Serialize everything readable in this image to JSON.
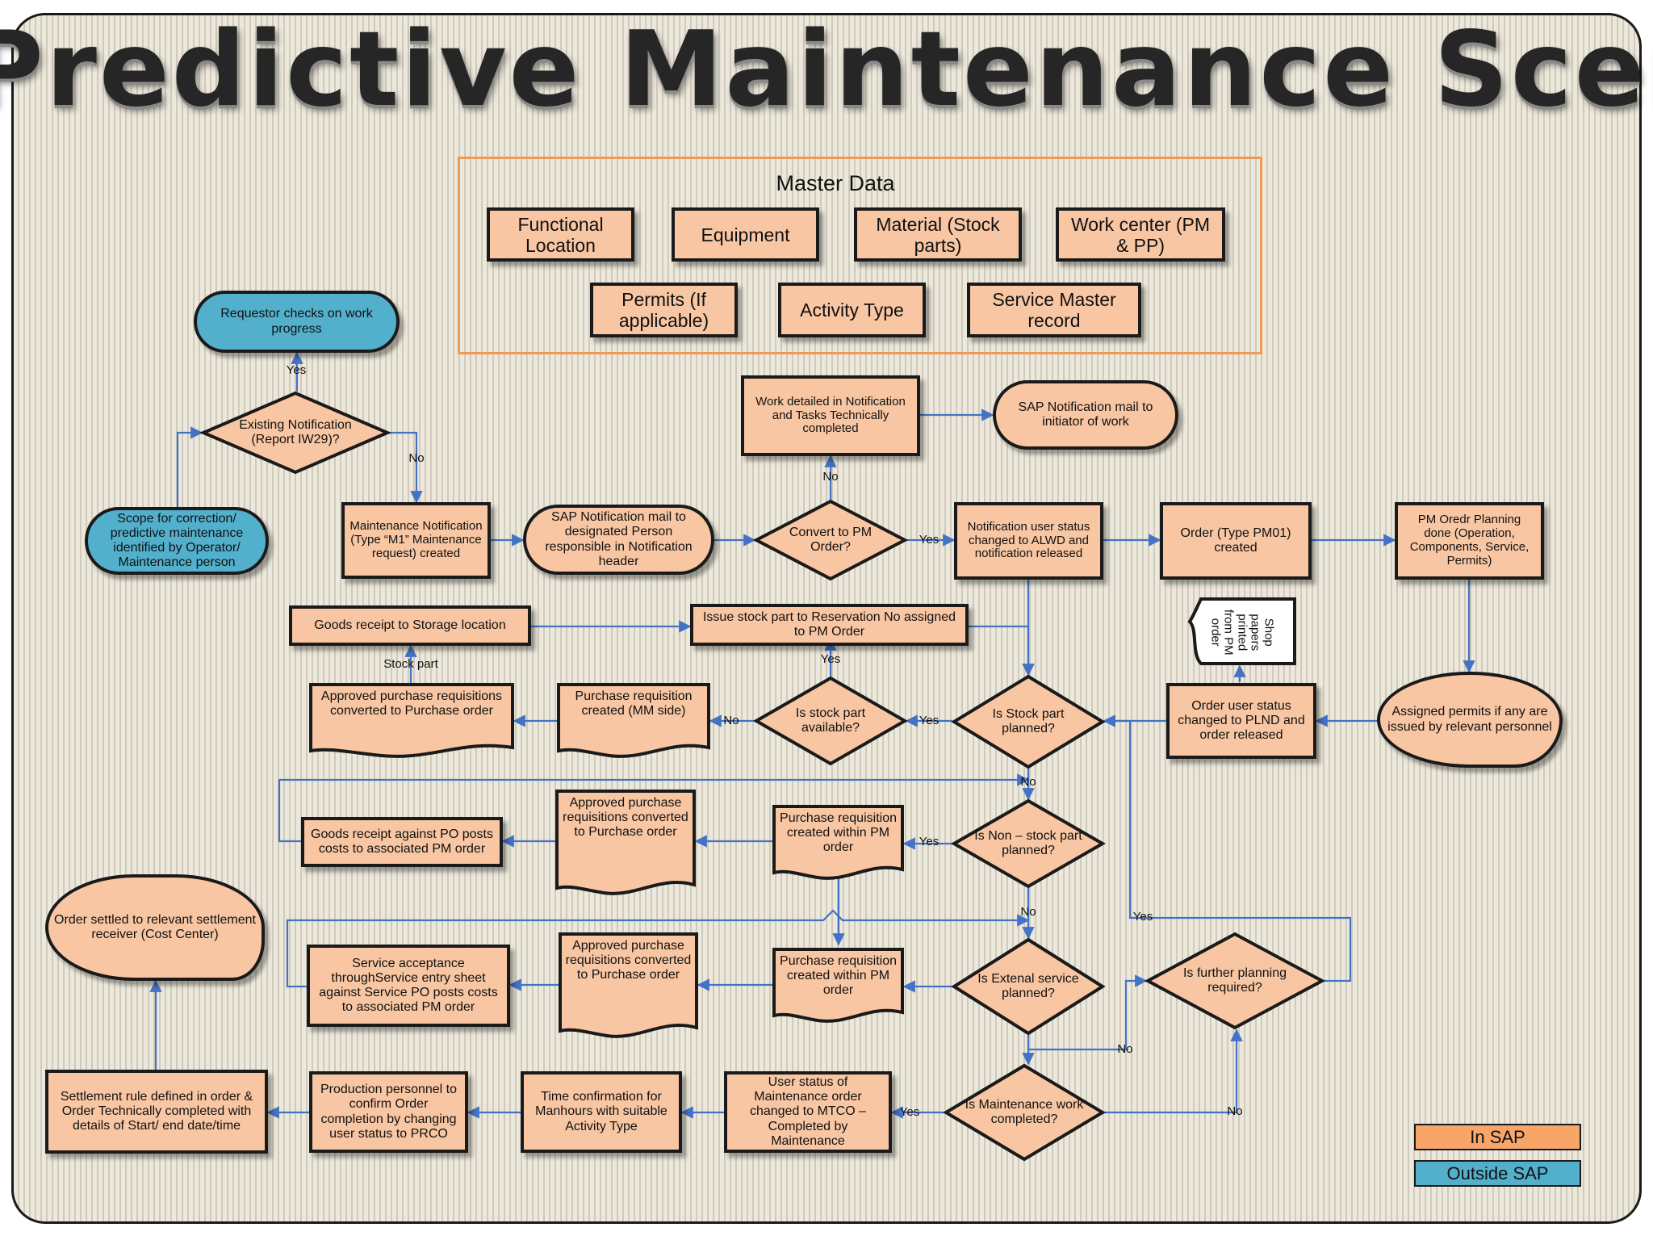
{
  "title": "Predictive Maintenance Scenario",
  "master_data": {
    "title": "Master Data",
    "items": [
      "Functional Location",
      "Equipment",
      "Material (Stock parts)",
      "Work center (PM & PP)",
      "Permits (If applicable)",
      "Activity Type",
      "Service Master record"
    ]
  },
  "legend": {
    "in_sap": "In SAP",
    "outside_sap": "Outside SAP",
    "in_sap_color": "#f8a56a",
    "outside_sap_color": "#52b0cc"
  },
  "nodes": {
    "requestor": "Requestor checks on work progress",
    "existing_notification": "Existing Notification (Report IW29)?",
    "scope": "Scope for correction/ predictive maintenance identified by Operator/ Maintenance person",
    "maint_notification": "Maintenance Notification (Type “M1” Maintenance request) created",
    "sap_mail_designated": "SAP Notification mail to designated Person responsible in Notification header",
    "convert_pm": "Convert to PM Order?",
    "work_detailed": "Work detailed in Notification and Tasks Technically completed",
    "sap_mail_initiator": "SAP Notification mail to initiator of work",
    "notif_status": "Notification user status changed to ALWD and notification released",
    "order_created": "Order (Type PM01) created",
    "pm_planning": "PM Oredr Planning done (Operation, Components, Service, Permits)",
    "goods_receipt_storage": "Goods receipt to Storage location",
    "issue_stock": "Issue stock part to Reservation No assigned to PM Order",
    "shop_papers": "Shop papers printed from PM order",
    "approved_pr_po_1": "Approved purchase requisitions converted to Purchase order",
    "pr_mm": "Purchase requisition created (MM side)",
    "stock_available": "Is stock part available?",
    "stock_planned": "Is Stock part planned?",
    "order_plnd": "Order user status changed to PLND and order released",
    "assigned_permits": "Assigned permits if any are issued by relevant personnel",
    "goods_receipt_po": "Goods receipt against PO posts costs to associated PM order",
    "approved_pr_po_2": "Approved purchase requisitions converted to Purchase order",
    "pr_within_1": "Purchase requisition created within PM order",
    "non_stock_planned": "Is Non – stock part planned?",
    "order_settled": "Order settled to relevant settlement receiver (Cost Center)",
    "service_acceptance": "Service acceptance throughService entry sheet against Service PO posts costs to associated PM order",
    "approved_pr_po_3": "Approved purchase requisitions converted to Purchase order",
    "pr_within_2": "Purchase requisition created within PM order",
    "external_planned": "Is Extenal service planned?",
    "further_planning": "Is further planning required?",
    "settlement_rule": "Settlement rule defined in order & Order Technically completed with details of Start/ end date/time",
    "production_confirm": "Production personnel to confirm Order completion by changing user status to PRCO",
    "time_confirm": "Time confirmation for Manhours with suitable Activity Type",
    "user_status_mtco": "User status of Maintenance order changed to MTCO – Completed by Maintenance",
    "maint_completed": "Is Maintenance work completed?"
  },
  "edge_labels": {
    "yes": "Yes",
    "no": "No",
    "stock_part": "Stock part"
  }
}
